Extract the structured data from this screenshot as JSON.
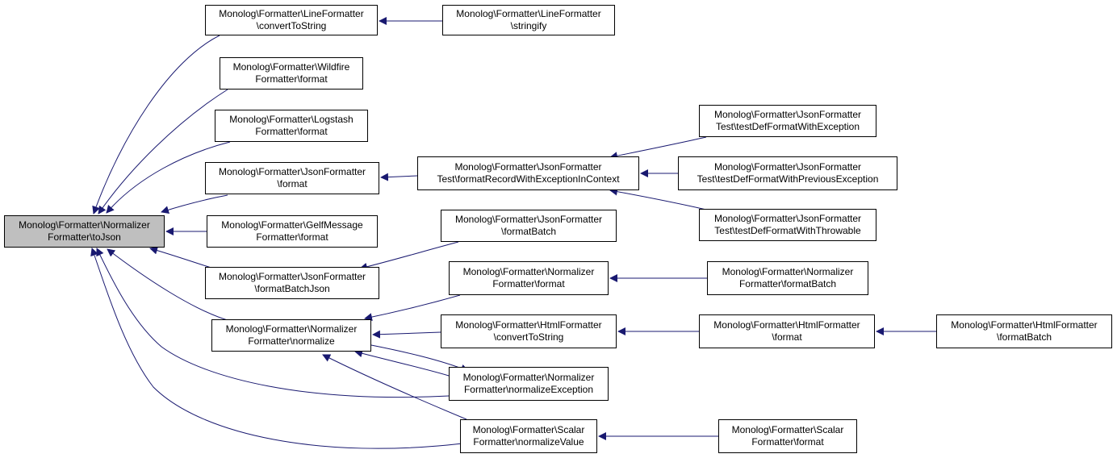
{
  "colors": {
    "node_border": "#000000",
    "node_fill": "#ffffff",
    "root_fill": "#bfbfbf",
    "edge": "#191970",
    "arrow": "#191970"
  },
  "nodes": [
    {
      "id": "n0",
      "name": "node-normalizer-tojson",
      "root": true,
      "line1": "Monolog\\Formatter\\Normalizer",
      "line2": "Formatter\\toJson"
    },
    {
      "id": "n1",
      "name": "node-lineformatter-converttostring",
      "line1": "Monolog\\Formatter\\LineFormatter",
      "line2": "\\convertToString"
    },
    {
      "id": "n2",
      "name": "node-lineformatter-stringify",
      "line1": "Monolog\\Formatter\\LineFormatter",
      "line2": "\\stringify"
    },
    {
      "id": "n3",
      "name": "node-wildfire-format",
      "line1": "Monolog\\Formatter\\Wildfire",
      "line2": "Formatter\\format"
    },
    {
      "id": "n4",
      "name": "node-logstash-format",
      "line1": "Monolog\\Formatter\\Logstash",
      "line2": "Formatter\\format"
    },
    {
      "id": "n5",
      "name": "node-jsonformatter-format",
      "line1": "Monolog\\Formatter\\JsonFormatter",
      "line2": "\\format"
    },
    {
      "id": "n6",
      "name": "node-jsonformattertest-formatrecord",
      "line1": "Monolog\\Formatter\\JsonFormatter",
      "line2": "Test\\formatRecordWithExceptionInContext"
    },
    {
      "id": "n7",
      "name": "node-jsontest-defformatwithexception",
      "line1": "Monolog\\Formatter\\JsonFormatter",
      "line2": "Test\\testDefFormatWithException"
    },
    {
      "id": "n8",
      "name": "node-jsontest-defformatwithpreviousexception",
      "line1": "Monolog\\Formatter\\JsonFormatter",
      "line2": "Test\\testDefFormatWithPreviousException"
    },
    {
      "id": "n9",
      "name": "node-jsontest-defformatwiththrowable",
      "line1": "Monolog\\Formatter\\JsonFormatter",
      "line2": "Test\\testDefFormatWithThrowable"
    },
    {
      "id": "n10",
      "name": "node-gelfmessage-format",
      "line1": "Monolog\\Formatter\\GelfMessage",
      "line2": "Formatter\\format"
    },
    {
      "id": "n11",
      "name": "node-jsonformatter-formatbatch",
      "line1": "Monolog\\Formatter\\JsonFormatter",
      "line2": "\\formatBatch"
    },
    {
      "id": "n12",
      "name": "node-jsonformatter-formatbatchjson",
      "line1": "Monolog\\Formatter\\JsonFormatter",
      "line2": "\\formatBatchJson"
    },
    {
      "id": "n13",
      "name": "node-normalizer-format",
      "line1": "Monolog\\Formatter\\Normalizer",
      "line2": "Formatter\\format"
    },
    {
      "id": "n14",
      "name": "node-normalizer-formatbatch",
      "line1": "Monolog\\Formatter\\Normalizer",
      "line2": "Formatter\\formatBatch"
    },
    {
      "id": "n15",
      "name": "node-normalizer-normalize",
      "line1": "Monolog\\Formatter\\Normalizer",
      "line2": "Formatter\\normalize"
    },
    {
      "id": "n16",
      "name": "node-htmlformatter-converttostring",
      "line1": "Monolog\\Formatter\\HtmlFormatter",
      "line2": "\\convertToString"
    },
    {
      "id": "n17",
      "name": "node-htmlformatter-format",
      "line1": "Monolog\\Formatter\\HtmlFormatter",
      "line2": "\\format"
    },
    {
      "id": "n18",
      "name": "node-htmlformatter-formatbatch",
      "line1": "Monolog\\Formatter\\HtmlFormatter",
      "line2": "\\formatBatch"
    },
    {
      "id": "n19",
      "name": "node-normalizer-normalizeexception",
      "line1": "Monolog\\Formatter\\Normalizer",
      "line2": "Formatter\\normalizeException"
    },
    {
      "id": "n20",
      "name": "node-scalar-normalizevalue",
      "line1": "Monolog\\Formatter\\Scalar",
      "line2": "Formatter\\normalizeValue"
    },
    {
      "id": "n21",
      "name": "node-scalar-format",
      "line1": "Monolog\\Formatter\\Scalar",
      "line2": "Formatter\\format"
    }
  ],
  "edges": [
    {
      "from": "n1",
      "to": "n0"
    },
    {
      "from": "n3",
      "to": "n0"
    },
    {
      "from": "n4",
      "to": "n0"
    },
    {
      "from": "n5",
      "to": "n0"
    },
    {
      "from": "n10",
      "to": "n0"
    },
    {
      "from": "n12",
      "to": "n0"
    },
    {
      "from": "n15",
      "to": "n0"
    },
    {
      "from": "n19",
      "to": "n0"
    },
    {
      "from": "n20",
      "to": "n0"
    },
    {
      "from": "n2",
      "to": "n1"
    },
    {
      "from": "n6",
      "to": "n5"
    },
    {
      "from": "n7",
      "to": "n6"
    },
    {
      "from": "n8",
      "to": "n6"
    },
    {
      "from": "n9",
      "to": "n6"
    },
    {
      "from": "n11",
      "to": "n12"
    },
    {
      "from": "n13",
      "to": "n15"
    },
    {
      "from": "n14",
      "to": "n13"
    },
    {
      "from": "n16",
      "to": "n15"
    },
    {
      "from": "n17",
      "to": "n16"
    },
    {
      "from": "n18",
      "to": "n17"
    },
    {
      "from": "n19",
      "to": "n15"
    },
    {
      "from": "n15",
      "to": "n19"
    },
    {
      "from": "n20",
      "to": "n15"
    },
    {
      "from": "n21",
      "to": "n20"
    }
  ]
}
